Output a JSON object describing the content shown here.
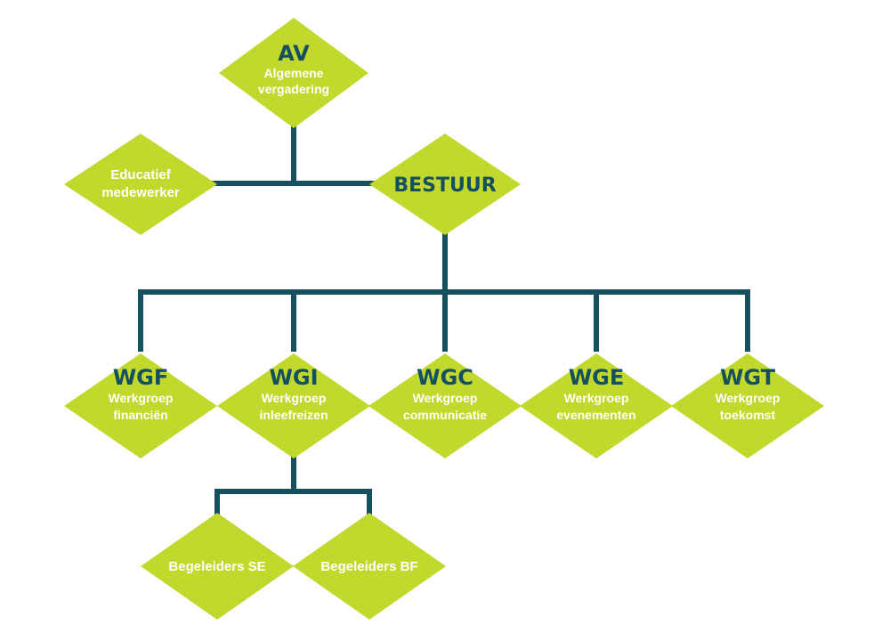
{
  "colors": {
    "diamond": "#c2d82c",
    "connector": "#14505d",
    "abbr_text": "#14505d",
    "sub_text": "#ffffff"
  },
  "nodes": {
    "av": {
      "abbr": "AV",
      "line1": "Algemene",
      "line2": "vergadering"
    },
    "educatief": {
      "line1": "Educatief",
      "line2": "medewerker"
    },
    "bestuur": {
      "abbr": "BESTUUR"
    },
    "wgf": {
      "abbr": "WGF",
      "line1": "Werkgroep",
      "line2": "financiën"
    },
    "wgi": {
      "abbr": "WGI",
      "line1": "Werkgroep",
      "line2": "inleefreizen"
    },
    "wgc": {
      "abbr": "WGC",
      "line1": "Werkgroep",
      "line2": "communicatie"
    },
    "wge": {
      "abbr": "WGE",
      "line1": "Werkgroep",
      "line2": "evenementen"
    },
    "wgt": {
      "abbr": "WGT",
      "line1": "Werkgroep",
      "line2": "toekomst"
    },
    "begeleiders_se": {
      "line1": "Begeleiders SE"
    },
    "begeleiders_bf": {
      "line1": "Begeleiders BF"
    }
  }
}
